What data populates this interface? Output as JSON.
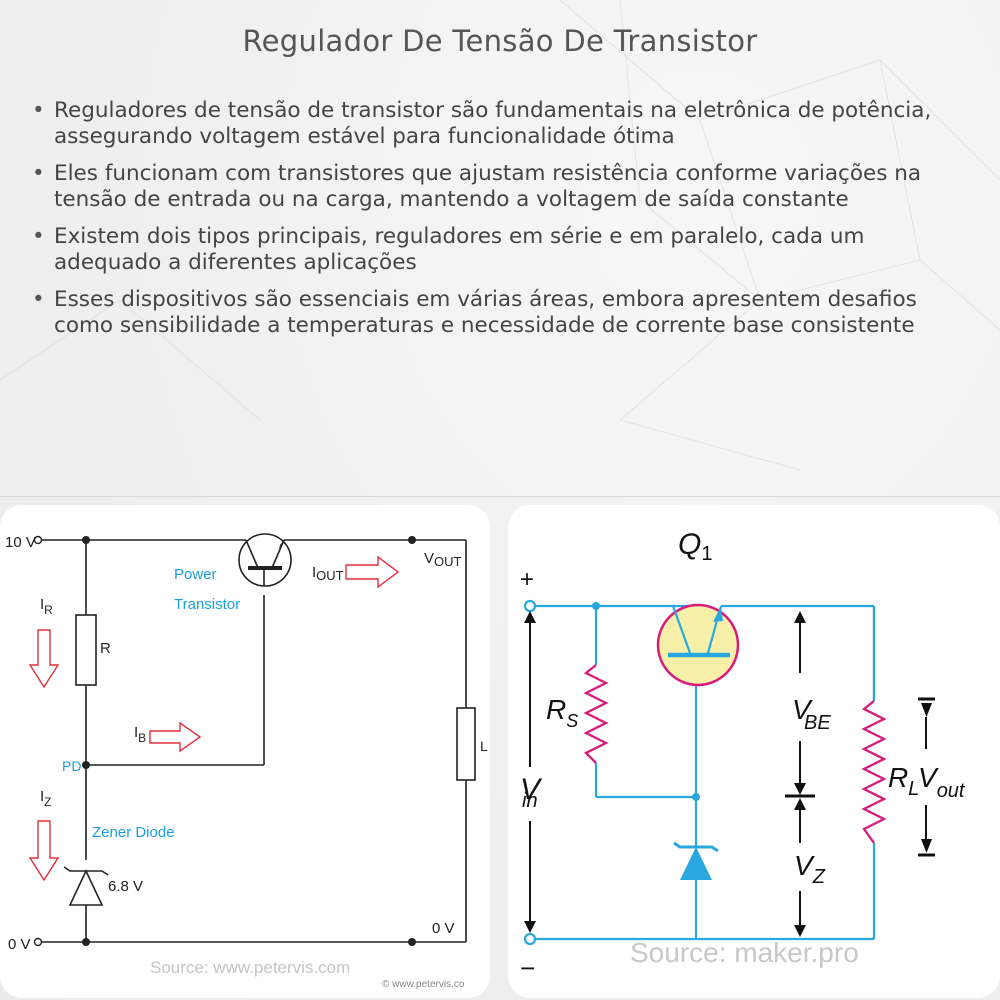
{
  "title": "Regulador De Tensão De Transistor",
  "bullets": [
    "Reguladores de tensão de transistor são fundamentais na eletrônica de potência, assegurando voltagem estável para funcionalidade ótima",
    "Eles funcionam com transistores que ajustam resistência conforme variações na tensão de entrada ou na carga, mantendo a voltagem de saída constante",
    "Existem dois tipos principais, reguladores em série e em paralelo, cada um adequado a diferentes aplicações",
    "Esses dispositivos são essenciais em várias áreas, embora apresentem desafios como sensibilidade a temperaturas e necessidade de corrente base consistente"
  ],
  "left_diagram": {
    "input_voltage": "10 V",
    "ground_voltage": "0 V",
    "ground_voltage_right": "0 V",
    "current_r_main": "I",
    "current_r_sub": "R",
    "resistor_label": "R",
    "transistor_label_1": "Power",
    "transistor_label_2": "Transistor",
    "iout_main": "I",
    "iout_sub": "OUT",
    "vout_main": "V",
    "vout_sub": "OUT",
    "ib_main": "I",
    "ib_sub": "B",
    "pd_label": "PD",
    "load_label": "L",
    "iz_main": "I",
    "iz_sub": "Z",
    "zener_label": "Zener Diode",
    "zener_value": "6.8 V",
    "source": "Source: www.petervis.com",
    "copyright": "© www.petervis.co"
  },
  "right_diagram": {
    "transistor_main": "Q",
    "transistor_sub": "1",
    "plus": "+",
    "minus": "−",
    "rs_main": "R",
    "rs_sub": "S",
    "vin_main": "V",
    "vin_sub": "in",
    "vbe_main": "V",
    "vbe_sub": "BE",
    "vz_main": "V",
    "vz_sub": "Z",
    "rl_main": "R",
    "rl_sub": "L",
    "vout_main": "V",
    "vout_sub": "out",
    "source": "Source: maker.pro"
  },
  "colors": {
    "title": "#555555",
    "text": "#444444",
    "wire_left": "#222222",
    "accent_blue": "#1aa0e0",
    "arrow_red": "#e0303a",
    "wire_right": "#29a8e0",
    "resistor_pink": "#e0187a",
    "transistor_fill": "#f8f0a8",
    "transistor_border": "#d81a7a"
  }
}
